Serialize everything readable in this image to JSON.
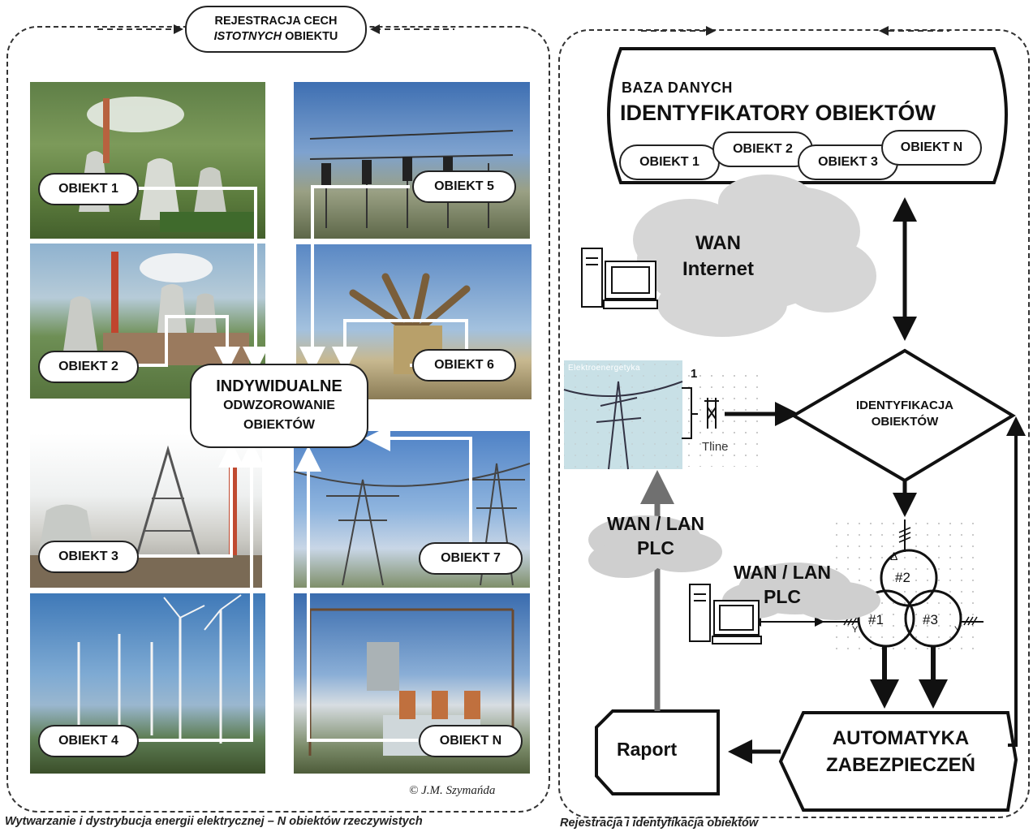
{
  "top_label": {
    "line1": "REJESTRACJA CECH",
    "line2_italic": "ISTOTNYCH",
    "line2_rest": " OBIEKTU"
  },
  "left_objects": [
    "OBIEKT 1",
    "OBIEKT 2",
    "OBIEKT 3",
    "OBIEKT 4"
  ],
  "right_objects": [
    "OBIEKT 5",
    "OBIEKT 6",
    "OBIEKT 7",
    "OBIEKT N"
  ],
  "center_box": {
    "line1": "INDYWIDUALNE",
    "line2": "ODWZOROWANIE",
    "line3": "OBIEKTÓW"
  },
  "copyright": "© J.M. Szymańda",
  "left_caption": "Wytwarzanie i dystrybucja energii elektrycznej – N obiektów rzeczywistych",
  "right_caption": "Rejestracja i identyfikacja obiektów",
  "database": {
    "title_small": "BAZA DANYCH",
    "title_big": "IDENTYFIKATORY OBIEKTÓW",
    "items": [
      "OBIEKT 1",
      "OBIEKT 2",
      "OBIEKT 3",
      "OBIEKT N"
    ]
  },
  "wan_cloud": {
    "line1": "WAN",
    "line2": "Internet"
  },
  "photo_thumb_title": "Elektroenergetyka",
  "tline": {
    "number": "1",
    "label": "Tline"
  },
  "identification": {
    "line1": "IDENTYFIKACJA",
    "line2": "OBIEKTÓW"
  },
  "wan_lan_1": {
    "line1": "WAN / LAN",
    "line2": "PLC"
  },
  "wan_lan_2": {
    "line1": "WAN / LAN",
    "line2": "PLC"
  },
  "transformer": {
    "w1": "#1",
    "w2": "#2",
    "w3": "#3",
    "delta": "Δ",
    "y1": "Y",
    "y3": "Y"
  },
  "automation": {
    "line1": "AUTOMATYKA",
    "line2": "ZABEZPIECZEŃ"
  },
  "report": "Raport",
  "colors": {
    "dash": "#333333",
    "arrow_white": "#ffffff",
    "cloud": "#d6d6d6",
    "gray_arrow": "#707070"
  }
}
